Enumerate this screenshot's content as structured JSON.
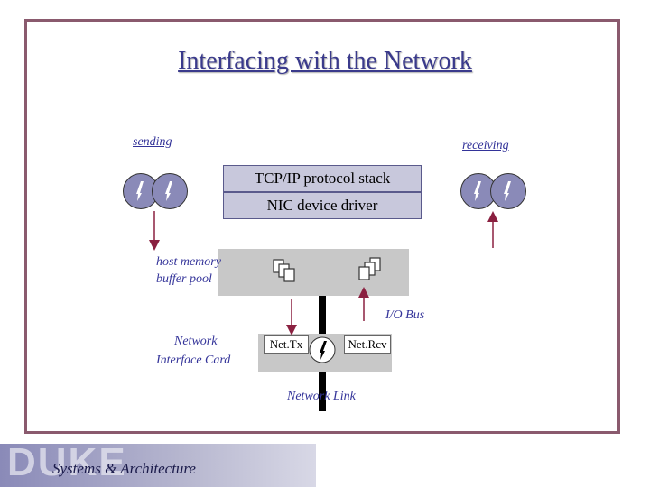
{
  "title": "Interfacing with the Network",
  "labels": {
    "sending": "sending",
    "receiving": "receiving",
    "host_memory": "host memory",
    "buffer_pool": "buffer pool",
    "io_bus": "I/O Bus",
    "nic_line1": "Network",
    "nic_line2": "Interface Card",
    "network_link": "Network Link"
  },
  "stack": {
    "protocol": "TCP/IP protocol stack",
    "driver": "NIC device driver"
  },
  "nic": {
    "tx": "Net.Tx",
    "rcv": "Net.Rcv"
  },
  "footer": {
    "logo": "DUKE",
    "text": "Systems & Architecture"
  },
  "colors": {
    "frame": "#8a5a6e",
    "stack_fill": "#c8c8dc",
    "thread_fill": "#8a8ab8",
    "arrow": "#8a2040",
    "gray": "#c8c8c8"
  }
}
